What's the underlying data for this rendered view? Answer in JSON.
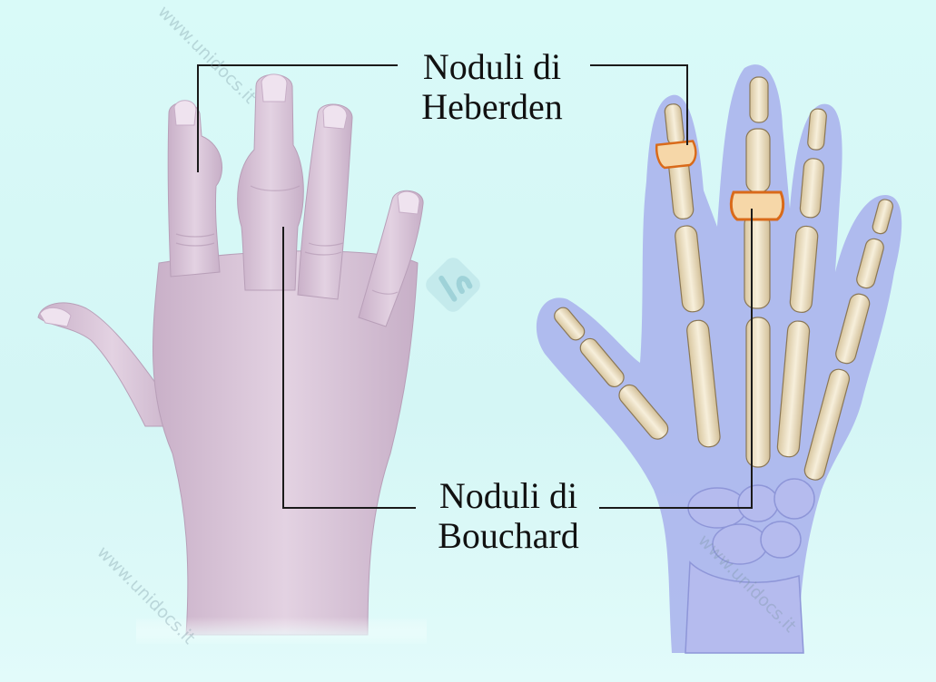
{
  "labels": {
    "heberden_line1": "Noduli di",
    "heberden_line2": "Heberden",
    "bouchard_line1": "Noduli di",
    "bouchard_line2": "Bouchard"
  },
  "watermarks": [
    "www.unidocs.it",
    "www.unidocs.it",
    "www.unidocs.it"
  ],
  "colors": {
    "background": "#d7f8f6",
    "skin": "#d9c5d8",
    "bone": "#efe2c4",
    "hand_silhouette": "#a9b2ec",
    "nodule_highlight": "#e07a2a",
    "leader_line": "#1a1a1a"
  }
}
